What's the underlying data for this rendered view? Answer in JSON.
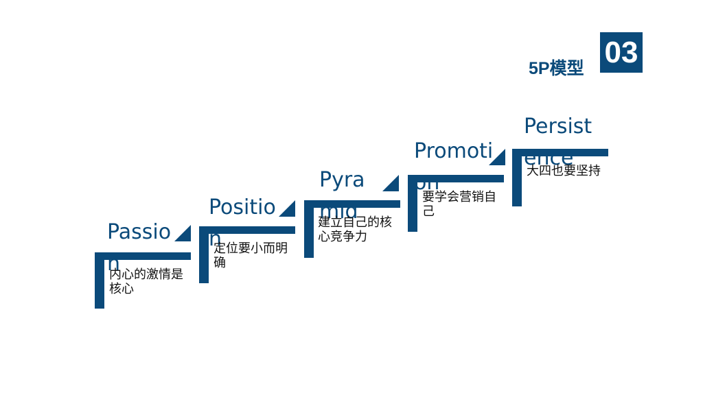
{
  "header": {
    "title": "5P模型",
    "number": "03"
  },
  "steps": [
    {
      "word": "Passion",
      "desc": "内心的激情是核心"
    },
    {
      "word": "Position",
      "desc": "定位要小而明确"
    },
    {
      "word": "Pyramid",
      "desc": "建立自己的核心竞争力"
    },
    {
      "word": "Promotion",
      "desc": "要学会营销自己"
    },
    {
      "word": "Persistence",
      "desc": "大四也要坚持"
    }
  ],
  "colors": {
    "brand": "#0b4a7a",
    "text": "#111111"
  }
}
